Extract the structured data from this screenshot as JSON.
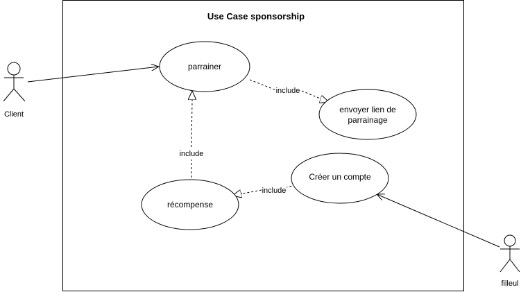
{
  "diagram": {
    "title": "Use Case sponsorship",
    "colors": {
      "stroke": "#000000",
      "fill": "#ffffff",
      "text": "#000000"
    },
    "actors": {
      "client": {
        "label": "Client"
      },
      "filleul": {
        "label": "filleul"
      }
    },
    "use_cases": {
      "parrainer": {
        "label": "parrainer"
      },
      "envoyer_lien": {
        "line1": "envoyer lien de",
        "line2": "parrainage"
      },
      "recompense": {
        "label": "récompense"
      },
      "creer_compte": {
        "label": "Créer un compte"
      }
    },
    "relationships": {
      "parrainer_include_envoyer": {
        "label": "include"
      },
      "recompense_include_parrainer": {
        "label": "include"
      },
      "creer_include_recompense": {
        "label": "include"
      }
    }
  }
}
